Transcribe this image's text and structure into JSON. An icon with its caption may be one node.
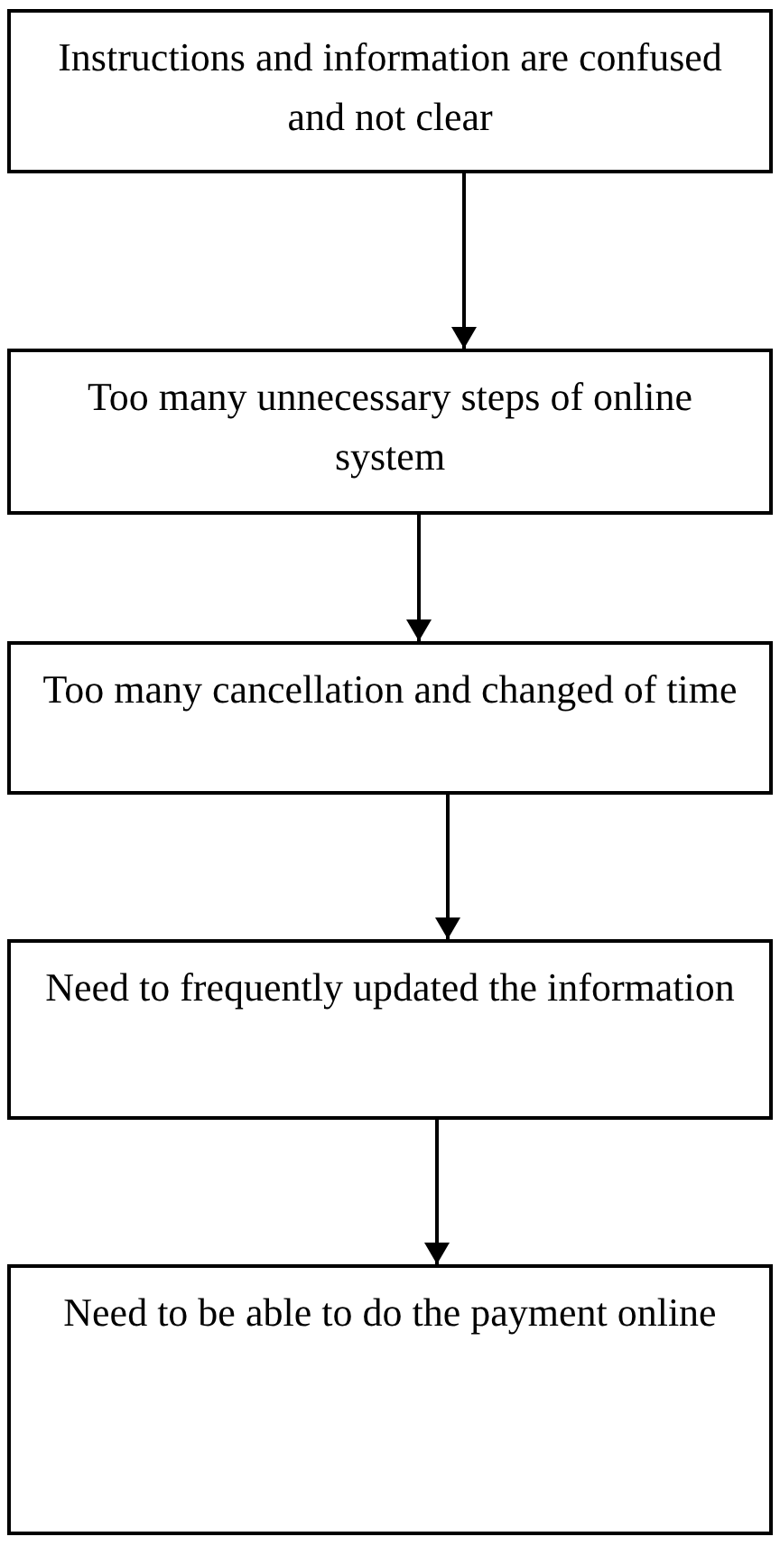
{
  "diagram": {
    "nodes": [
      {
        "text": [
          "Instructions and information are confused and not clear"
        ]
      },
      {
        "text": [
          "Too many unnecessary steps of online system"
        ]
      },
      {
        "text": [
          "Too many cancellation and changed of time"
        ]
      },
      {
        "text": [
          "Need to frequently updated the information"
        ]
      },
      {
        "text": [
          "Need to be able to do the payment online"
        ]
      }
    ],
    "edges": [
      {
        "from": 0,
        "to": 1,
        "arrow": "to"
      },
      {
        "from": 1,
        "to": 2,
        "arrow": "to"
      },
      {
        "from": 2,
        "to": 3,
        "arrow": "to"
      },
      {
        "from": 3,
        "to": 4,
        "arrow": "to"
      }
    ]
  }
}
